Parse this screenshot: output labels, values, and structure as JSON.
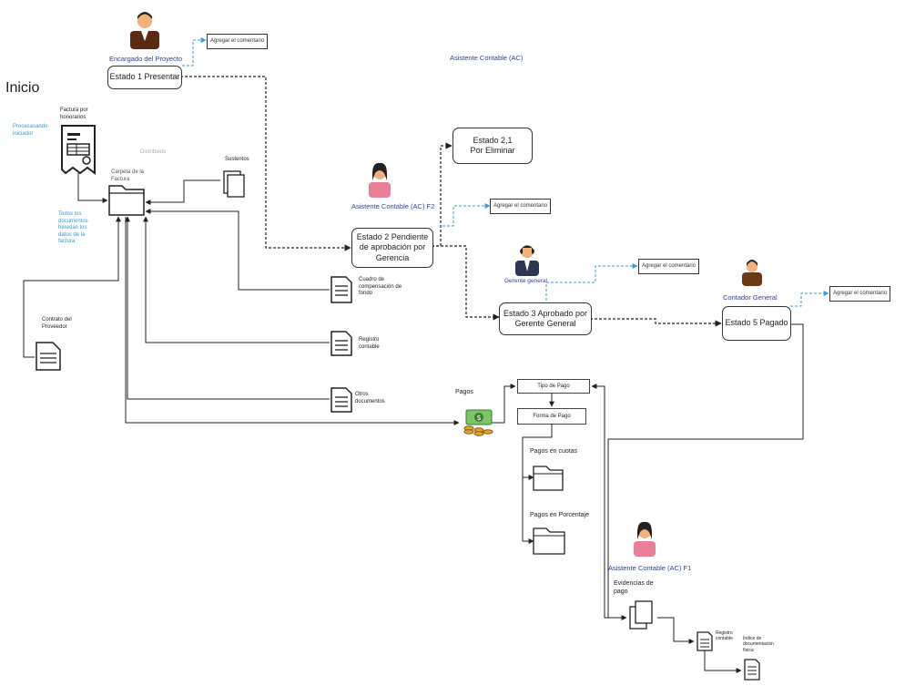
{
  "page_title": "Inicio",
  "left_notes": {
    "proceso_iniciador": "Procesasando iniciador",
    "heredan": "Todos los documentos heredan los datos de la factura"
  },
  "roles": {
    "encargado": "Encargado del Proyecto",
    "asistente_top": "Asistente Contable (AC)",
    "asistente_f2": "Asistente Contable (AC) F2",
    "gerente": "Gerente general",
    "contador": "Contador General",
    "asistente_f1": "Asistente Contable (AC) F1"
  },
  "states": {
    "s1": "Estado 1 Presentar",
    "s21_line1": "Estado 2,1",
    "s21_line2": "Por Eliminar",
    "s2_line1": "Estado 2 Pendiente",
    "s2_line2": "de aprobación por",
    "s2_line3": "Gerencia",
    "s3_line1": "Estado 3 Aprobado   por",
    "s3_line2": "Gerente General",
    "s5": "Estado 5 Pagado"
  },
  "comments": {
    "c1": "Agregar el comentario",
    "c2": "Agregar el comentario",
    "c3": "Agregar el comentario",
    "c4": "Agregar el comentario"
  },
  "documents": {
    "factura": "Factura por honorarios",
    "carpeta": "Carpeta de la Factura",
    "sustentos": "Sustentos",
    "cuadro": "Cuadro de compensación de fondo",
    "registro1": "Registro contable",
    "otros": "Otros documentos",
    "contrato": "Contrato del Proveedor",
    "distribuido": "Distribuido"
  },
  "payments": {
    "pagos": "Pagos",
    "tipo": "Tipo de Pago",
    "forma": "Forma de Pago",
    "cuotas": "Pagos en cuotas",
    "porcentaje": "Pagos en Porcentaje"
  },
  "evidence": {
    "evidencias_line1": "Evidencias de",
    "evidencias_line2": "pago",
    "registro2": "Registro contable",
    "indice": "Índice de documentación física"
  },
  "colors": {
    "role_text": "#2e3f9a",
    "note_blue": "#3a9ad9",
    "line": "#333333",
    "dashed_comment": "#3a9ad9"
  }
}
